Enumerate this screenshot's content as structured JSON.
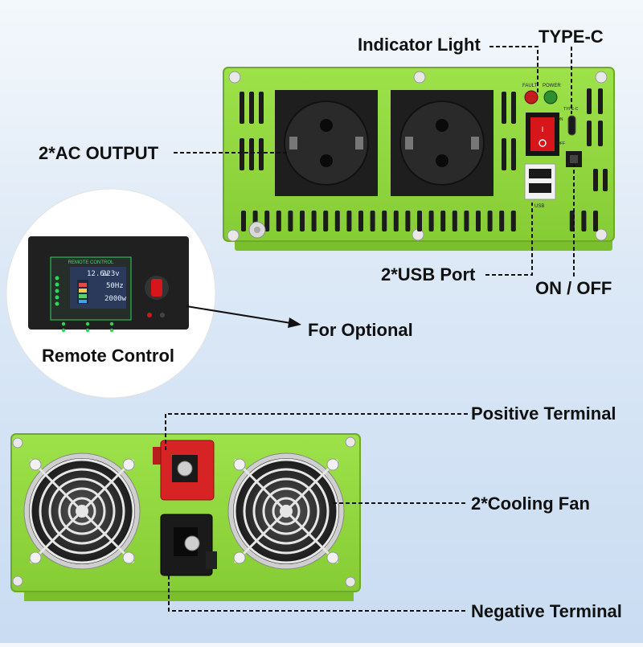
{
  "callouts": {
    "indicator_light": "Indicator Light",
    "type_c": "TYPE-C",
    "ac_output": "2*AC OUTPUT",
    "usb_port": "2*USB Port",
    "on_off": "ON / OFF",
    "for_optional": "For Optional",
    "remote_control": "Remote Control",
    "positive_terminal": "Positive Terminal",
    "cooling_fan": "2*Cooling Fan",
    "negative_terminal": "Negative Terminal"
  },
  "device_markings": {
    "fault": "FAULT",
    "power": "POWER",
    "type_c": "TYPE-C",
    "on": "ON",
    "off": "OFF",
    "usb": "USB"
  },
  "remote_panel": {
    "title": "REMOTE CONTROL",
    "voltage_in": "12.6v",
    "voltage_out": "223v",
    "frequency": "50Hz",
    "power": "2000w"
  },
  "colors": {
    "device_green": "#8fd43a",
    "device_green_dark": "#6fb02a",
    "socket_black": "#1e1e1e",
    "positive_red": "#d62424",
    "negative_black": "#1a1a1a",
    "fault_led": "#c41c1c",
    "power_led": "#2e8f2e"
  }
}
